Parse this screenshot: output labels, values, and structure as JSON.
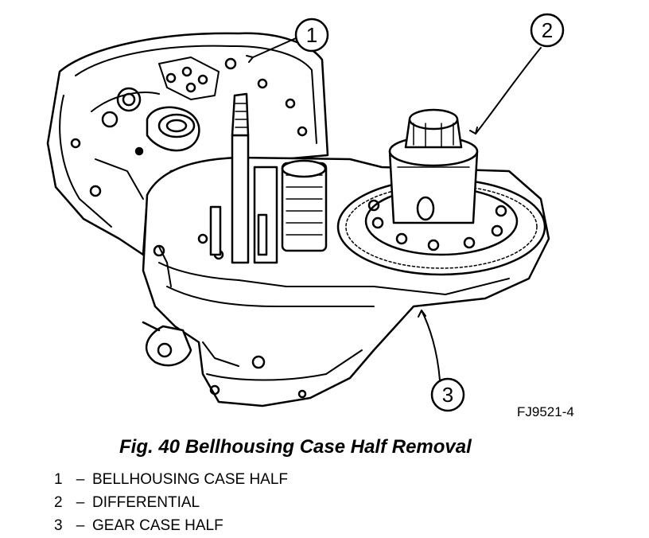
{
  "figure": {
    "id_label": "FJ9521-4",
    "caption": "Fig. 40 Bellhousing Case Half Removal"
  },
  "callouts": [
    "1",
    "2",
    "3"
  ],
  "legend": [
    {
      "num": "1",
      "dash": "–",
      "text": "BELLHOUSING CASE HALF"
    },
    {
      "num": "2",
      "dash": "–",
      "text": "DIFFERENTIAL"
    },
    {
      "num": "3",
      "dash": "–",
      "text": "GEAR CASE HALF"
    }
  ]
}
